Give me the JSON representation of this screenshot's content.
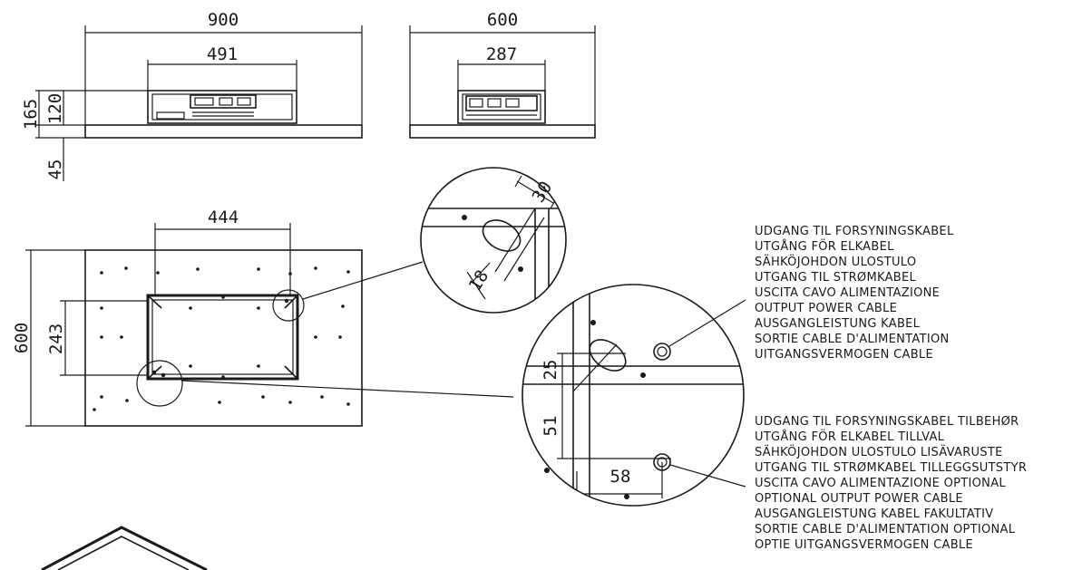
{
  "dimensions": {
    "front_width": "900",
    "front_inner_width": "491",
    "front_total_height": "165",
    "front_body_height": "120",
    "front_bottom_height": "45",
    "side_width": "600",
    "side_inner_width": "287",
    "plan_cutout_width": "444",
    "plan_depth": "600",
    "plan_cutout_depth": "243",
    "detail_top_a": "30",
    "detail_top_b": "18",
    "detail_bottom_vertical_1": "25",
    "detail_bottom_vertical_2": "51",
    "detail_bottom_horizontal": "58"
  },
  "labels": {
    "output_cable": [
      "UDGANG TIL FORSYNINGSKABEL",
      "UTGÅNG FÖR ELKABEL",
      "SÄHKÖJOHDON ULOSTULO",
      "UTGANG TIL STRØMKABEL",
      "USCITA CAVO ALIMENTAZIONE",
      "OUTPUT POWER CABLE",
      "AUSGANGLEISTUNG KABEL",
      "SORTIE CABLE D'ALIMENTATION",
      "UITGANGSVERMOGEN CABLE"
    ],
    "optional_output_cable": [
      "UDGANG TIL FORSYNINGSKABEL TILBEHØR",
      "UTGÅNG FÖR ELKABEL TILLVAL",
      "SÄHKÖJOHDON ULOSTULO LISÄVARUSTE",
      "UTGANG TIL STRØMKABEL TILLEGGSUTSTYR",
      "USCITA CAVO ALIMENTAZIONE OPTIONAL",
      "OPTIONAL OUTPUT POWER CABLE",
      "AUSGANGLEISTUNG KABEL FAKULTATIV",
      "SORTIE CABLE D'ALIMENTATION OPTIONAL",
      "OPTIE UITGANGSVERMOGEN CABLE"
    ]
  }
}
